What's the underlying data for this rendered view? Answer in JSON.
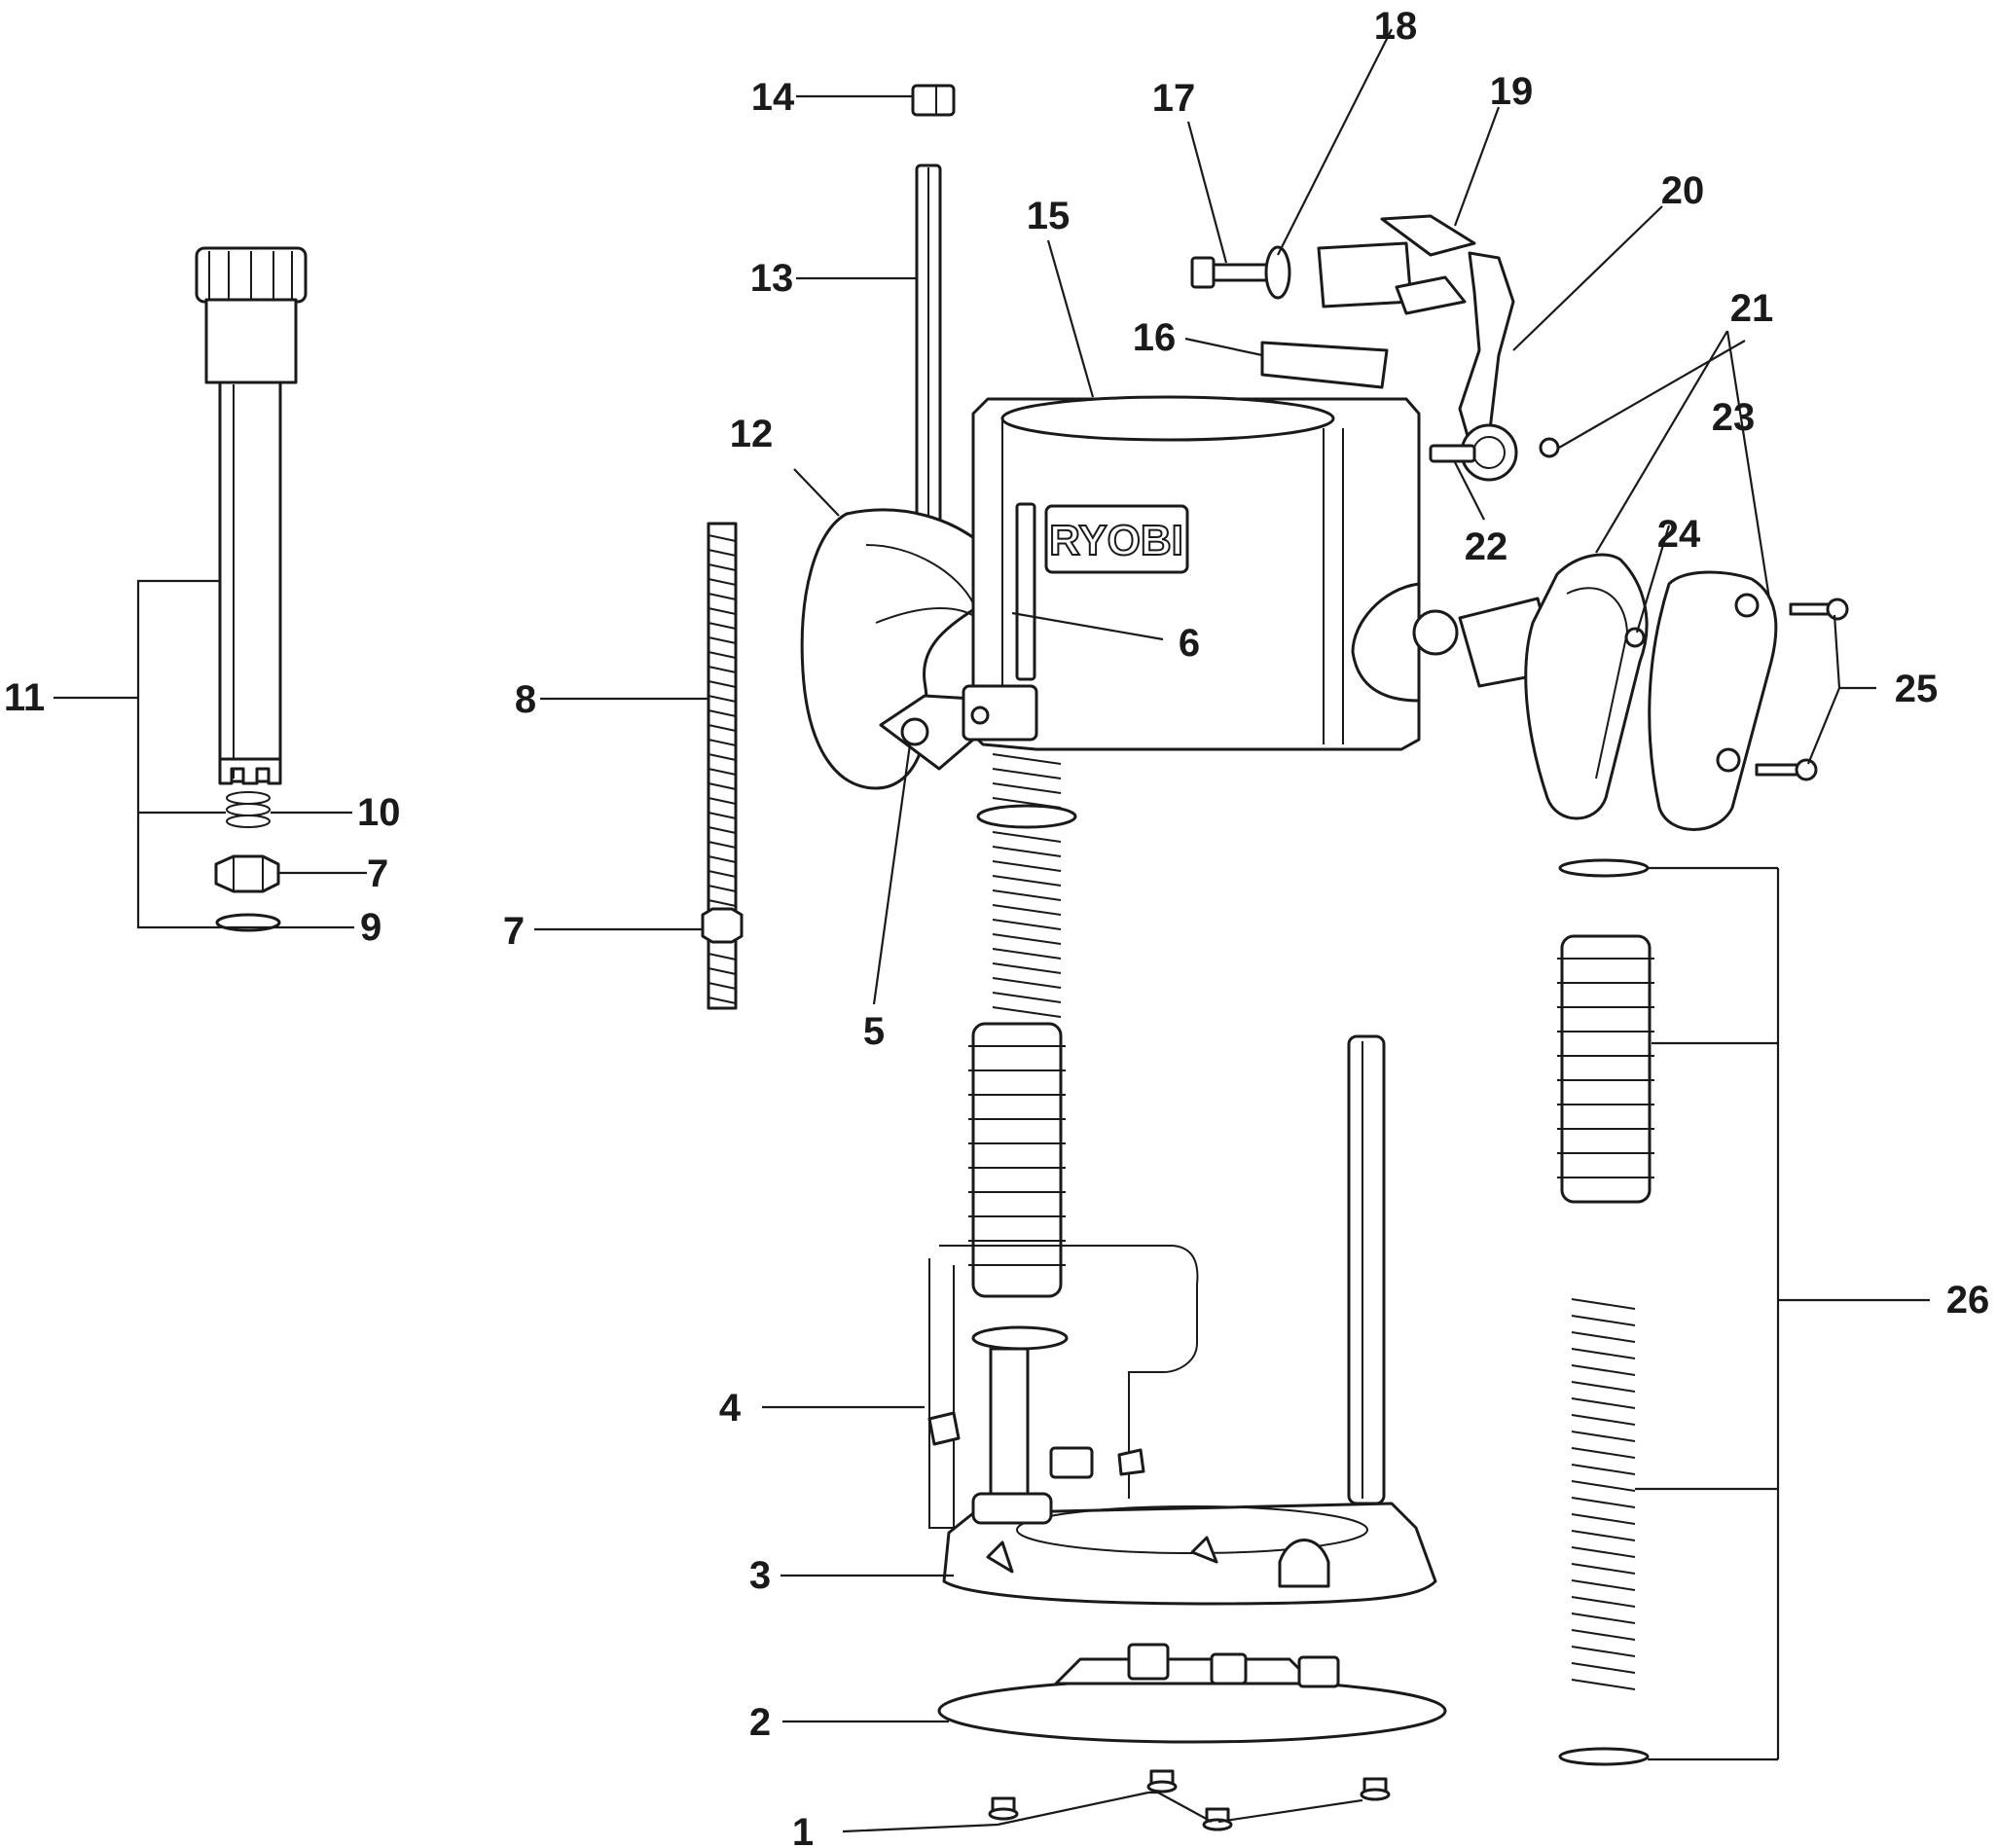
{
  "brand_logo": "RYOBI",
  "callouts": [
    {
      "id": "1",
      "label": "1"
    },
    {
      "id": "2",
      "label": "2"
    },
    {
      "id": "3",
      "label": "3"
    },
    {
      "id": "4",
      "label": "4"
    },
    {
      "id": "5",
      "label": "5"
    },
    {
      "id": "6",
      "label": "6"
    },
    {
      "id": "7a",
      "label": "7"
    },
    {
      "id": "7b",
      "label": "7"
    },
    {
      "id": "8",
      "label": "8"
    },
    {
      "id": "9",
      "label": "9"
    },
    {
      "id": "10",
      "label": "10"
    },
    {
      "id": "11",
      "label": "11"
    },
    {
      "id": "12",
      "label": "12"
    },
    {
      "id": "13",
      "label": "13"
    },
    {
      "id": "14",
      "label": "14"
    },
    {
      "id": "15",
      "label": "15"
    },
    {
      "id": "16",
      "label": "16"
    },
    {
      "id": "17",
      "label": "17"
    },
    {
      "id": "18",
      "label": "18"
    },
    {
      "id": "19",
      "label": "19"
    },
    {
      "id": "20",
      "label": "20"
    },
    {
      "id": "21",
      "label": "21"
    },
    {
      "id": "22",
      "label": "22"
    },
    {
      "id": "23",
      "label": "23"
    },
    {
      "id": "24",
      "label": "24"
    },
    {
      "id": "25",
      "label": "25"
    },
    {
      "id": "26",
      "label": "26"
    }
  ]
}
